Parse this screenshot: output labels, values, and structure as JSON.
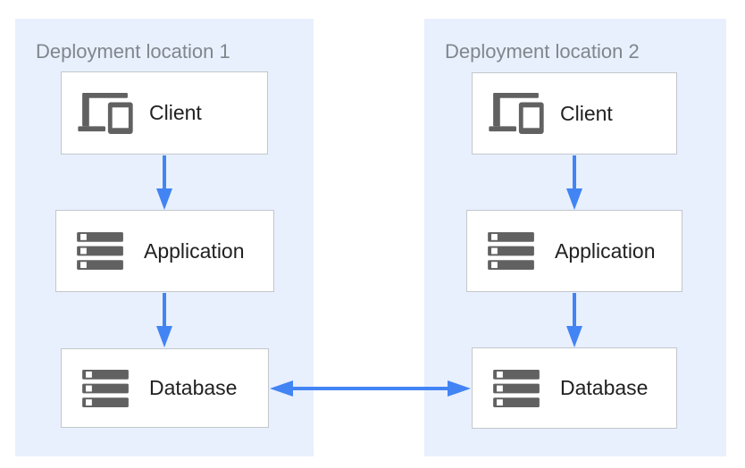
{
  "diagram": {
    "colors": {
      "panel_bg": "#e8f0fe",
      "box_bg": "#ffffff",
      "box_border": "#c3c7ca",
      "arrow_blue": "#4284f4",
      "icon_gray": "#616161",
      "title_gray": "#80868b",
      "label_color": "#212121"
    },
    "panels": [
      {
        "title": "Deployment location 1",
        "nodes": [
          {
            "label": "Client",
            "icon": "devices-icon"
          },
          {
            "label": "Application",
            "icon": "storage-icon"
          },
          {
            "label": "Database",
            "icon": "storage-icon"
          }
        ]
      },
      {
        "title": "Deployment location 2",
        "nodes": [
          {
            "label": "Client",
            "icon": "devices-icon"
          },
          {
            "label": "Application",
            "icon": "storage-icon"
          },
          {
            "label": "Database",
            "icon": "storage-icon"
          }
        ]
      }
    ],
    "connections": [
      {
        "from": "client",
        "to": "application",
        "panel": 1,
        "direction": "down"
      },
      {
        "from": "application",
        "to": "database",
        "panel": 1,
        "direction": "down"
      },
      {
        "from": "client",
        "to": "application",
        "panel": 2,
        "direction": "down"
      },
      {
        "from": "application",
        "to": "database",
        "panel": 2,
        "direction": "down"
      },
      {
        "from": "database-location-1",
        "to": "database-location-2",
        "direction": "bidirectional"
      }
    ]
  }
}
